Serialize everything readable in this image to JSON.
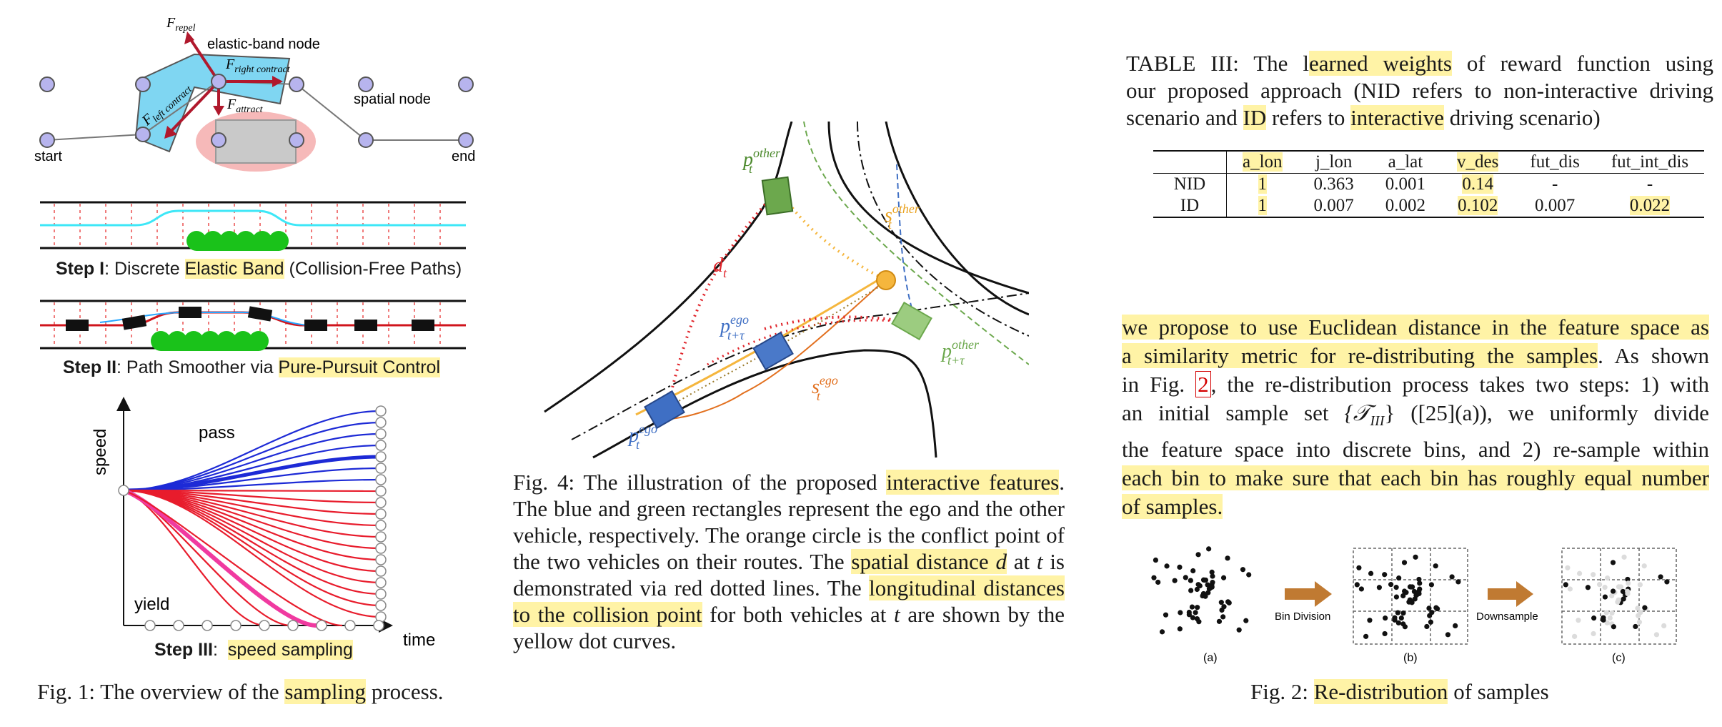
{
  "fig1": {
    "labels": {
      "f_repel": "F",
      "f_repel_sub": "repel",
      "elastic_band_node": "elastic-band node",
      "f_right": "F",
      "f_right_sub": "right contract",
      "f_left": "F",
      "f_left_sub": "left contract",
      "f_attract": "F",
      "f_attract_sub": "attract",
      "spatial_node": "spatial node",
      "start": "start",
      "end": "end"
    },
    "step1": {
      "bold": "Step I",
      "pre": ": Discrete ",
      "hl": "Elastic Band",
      "post": " (Collision-Free Paths)"
    },
    "step2": {
      "bold": "Step II",
      "pre": ": Path Smoother via ",
      "hl": "Pure-Pursuit Control",
      "post": ""
    },
    "step3": {
      "bold": "Step III",
      "pre": ":  ",
      "hl": "speed sampling",
      "post": ""
    },
    "speed_axis": "speed",
    "time_axis": "time",
    "pass_label": "pass",
    "yield_label": "yield",
    "caption_pre": "Fig. 1: The overview of the ",
    "caption_hl": "sampling",
    "caption_post": " process."
  },
  "fig4": {
    "labels": {
      "p_other_t": "p",
      "p_other_t_sup": "other",
      "p_other_t_sub": "t",
      "s_other": "s",
      "s_other_sup": "other",
      "s_other_sub": "t",
      "d_t": "d",
      "d_t_sub": "t",
      "p_ego_tau": "p",
      "p_ego_tau_sup": "ego",
      "p_ego_tau_sub": "t+τ",
      "p_other_tau": "p",
      "p_other_tau_sup": "other",
      "p_other_tau_sub": "t+τ",
      "s_ego": "s",
      "s_ego_sup": "ego",
      "s_ego_sub": "t",
      "p_ego_t": "p",
      "p_ego_t_sup": "ego",
      "p_ego_t_sub": "t"
    },
    "caption": {
      "l1_pre": "Fig. 4: The illustration of the proposed ",
      "l1_hl": "interactive features",
      "l1_post": ".",
      "l2": "The blue and green rectangles represent the ego and the other",
      "l3": "vehicle, respectively. The orange circle is the conflict point of",
      "l4_pre": "the two vehicles on their routes. The ",
      "l4_hl": "spatial distance ",
      "l4_hl_math": "d",
      "l4_mid": " at ",
      "l4_math": "t",
      "l4_post": " is",
      "l5_pre": "demonstrated via red dotted lines. The ",
      "l5_hl": "longitudinal distances",
      "l6_hl": "to the collision point",
      "l6_pre": " for both vehicles at ",
      "l6_math": "t",
      "l6_post": " are shown by the",
      "l7": "yellow dot curves."
    }
  },
  "table3": {
    "caption": {
      "l1_pre": "TABLE III: The l",
      "l1_hl": "earned weights",
      "l1_post": " of reward function using",
      "l2": "our proposed approach (NID refers to non-interactive driving",
      "l3_pre": "scenario and ",
      "l3_hl1": "ID",
      "l3_mid": " refers to ",
      "l3_hl2": "interactive",
      "l3_post": " driving scenario)"
    },
    "headers": [
      "",
      "a_lon",
      "j_lon",
      "a_lat",
      "v_des",
      "fut_dis",
      "fut_int_dis"
    ],
    "rows": [
      [
        "NID",
        "1",
        "0.363",
        "0.001",
        "0.14",
        "-",
        "-"
      ],
      [
        "ID",
        "1",
        "0.007",
        "0.002",
        "0.102",
        "0.007",
        "0.022"
      ]
    ]
  },
  "paragraph": {
    "l1": "we propose to use Euclidean distance in the feature space as",
    "l2": "a similarity metric for re-distributing the samples",
    "l2_post": ". As shown",
    "l3_pre": "in Fig. ",
    "l3_ref": "2",
    "l3_post": ", the re-distribution process takes two steps: 1) with",
    "l4_pre": "an initial sample set ",
    "l4_math": "{𝒯",
    "l4_math_sub": "III",
    "l4_math_close": "}",
    "l4_post": " ([25](a)), we uniformly divide",
    "l5": "the feature space into discrete bins, and 2) re-sample within",
    "l6": "each bin to make sure that each bin has roughly equal number",
    "l7": "of samples."
  },
  "fig2": {
    "bin_division": "Bin Division",
    "downsample": "Downsample",
    "sub_a": "(a)",
    "sub_b": "(b)",
    "sub_c": "(c)",
    "caption_pre": "Fig. 2: ",
    "caption_hl": "Re-distribution",
    "caption_post": " of samples"
  },
  "colors": {
    "highlight": "#fff3a6",
    "node": "#b7b4ee",
    "band_blue": "#7fd6f2",
    "obstacle": "#f6b9b9",
    "ego_blue": "#3f6fc4",
    "other_green": "#6ca84d",
    "conflict_orange": "#f5b63d",
    "dist_red": "#e0242a"
  }
}
